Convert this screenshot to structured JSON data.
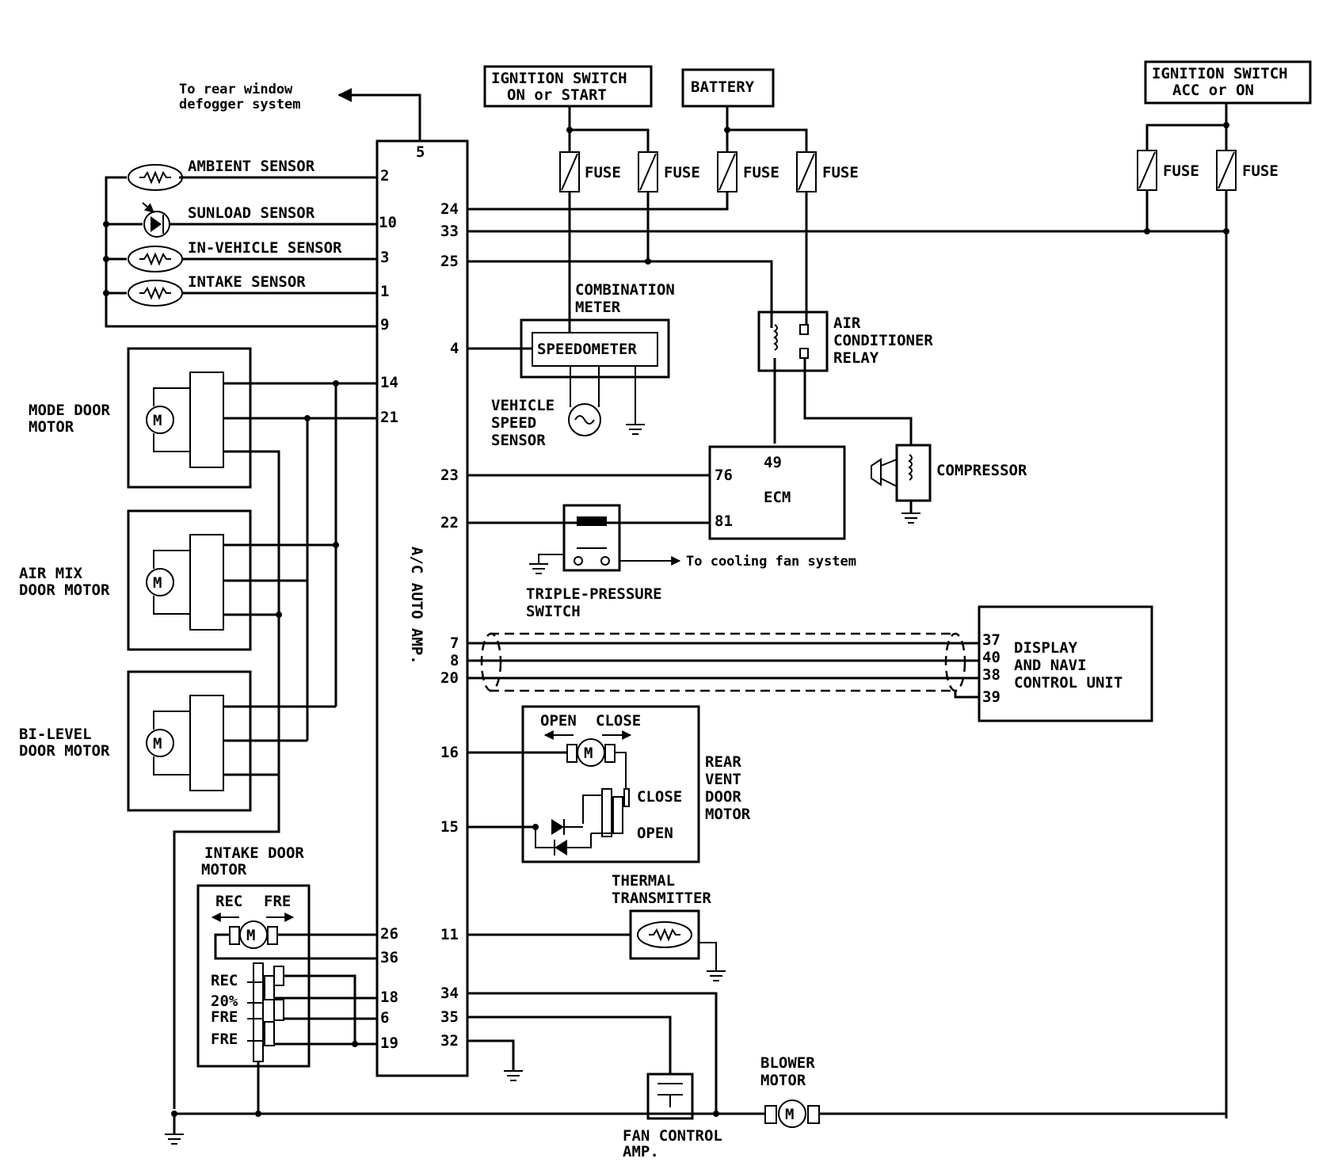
{
  "amp": {
    "label": "A/C AUTO AMP."
  },
  "rear_window": {
    "line1": "To rear window",
    "line2": "defogger system"
  },
  "sources": {
    "ign_on_start": {
      "line1": "IGNITION SWITCH",
      "line2": "ON or START"
    },
    "battery": {
      "label": "BATTERY"
    },
    "ign_acc_on": {
      "line1": "IGNITION SWITCH",
      "line2": "ACC or ON"
    }
  },
  "fuse_label": "FUSE",
  "sensors": {
    "ambient": "AMBIENT SENSOR",
    "sunload": "SUNLOAD SENSOR",
    "in_vehicle": "IN-VEHICLE SENSOR",
    "intake": "INTAKE SENSOR"
  },
  "motors": {
    "mode_door": {
      "line1": "MODE DOOR",
      "line2": "MOTOR"
    },
    "air_mix": {
      "line1": "AIR MIX",
      "line2": "DOOR MOTOR"
    },
    "bi_level": {
      "line1": "BI-LEVEL",
      "line2": "DOOR MOTOR"
    },
    "intake_door": {
      "line1": "INTAKE DOOR",
      "line2": "MOTOR",
      "rec": "REC",
      "fre": "FRE",
      "pos_rec": "REC",
      "pos_20": "20%",
      "pos_fre1": "FRE",
      "pos_fre2": "FRE"
    },
    "motor_symbol": "M"
  },
  "pins_left": [
    "5",
    "2",
    "10",
    "3",
    "1",
    "9",
    "14",
    "21",
    "26",
    "36",
    "18",
    "6",
    "19"
  ],
  "pins_right": [
    "24",
    "33",
    "25",
    "4",
    "23",
    "22",
    "7",
    "8",
    "20",
    "16",
    "15",
    "11",
    "34",
    "35",
    "32"
  ],
  "combination_meter": {
    "line1": "COMBINATION",
    "line2": "METER",
    "speedometer": "SPEEDOMETER"
  },
  "vehicle_speed_sensor": {
    "line1": "VEHICLE",
    "line2": "SPEED",
    "line3": "SENSOR"
  },
  "ac_relay": {
    "line1": "AIR",
    "line2": "CONDITIONER",
    "line3": "RELAY"
  },
  "ecm": {
    "label": "ECM",
    "pin49": "49",
    "pin76": "76",
    "pin81": "81"
  },
  "compressor": {
    "label": "COMPRESSOR"
  },
  "triple_pressure": {
    "line1": "TRIPLE-PRESSURE",
    "line2": "SWITCH",
    "to_fan": "To cooling fan system"
  },
  "display_unit": {
    "line1": "DISPLAY",
    "line2": "AND NAVI",
    "line3": "CONTROL UNIT",
    "pins": [
      "37",
      "40",
      "38",
      "39"
    ]
  },
  "rear_vent": {
    "open": "OPEN",
    "close": "CLOSE",
    "close_pos": "CLOSE",
    "open_pos": "OPEN",
    "line1": "REAR",
    "line2": "VENT",
    "line3": "DOOR",
    "line4": "MOTOR"
  },
  "thermal": {
    "line1": "THERMAL",
    "line2": "TRANSMITTER"
  },
  "blower": {
    "line1": "BLOWER",
    "line2": "MOTOR"
  },
  "fan_amp": {
    "line1": "FAN CONTROL",
    "line2": "AMP."
  }
}
